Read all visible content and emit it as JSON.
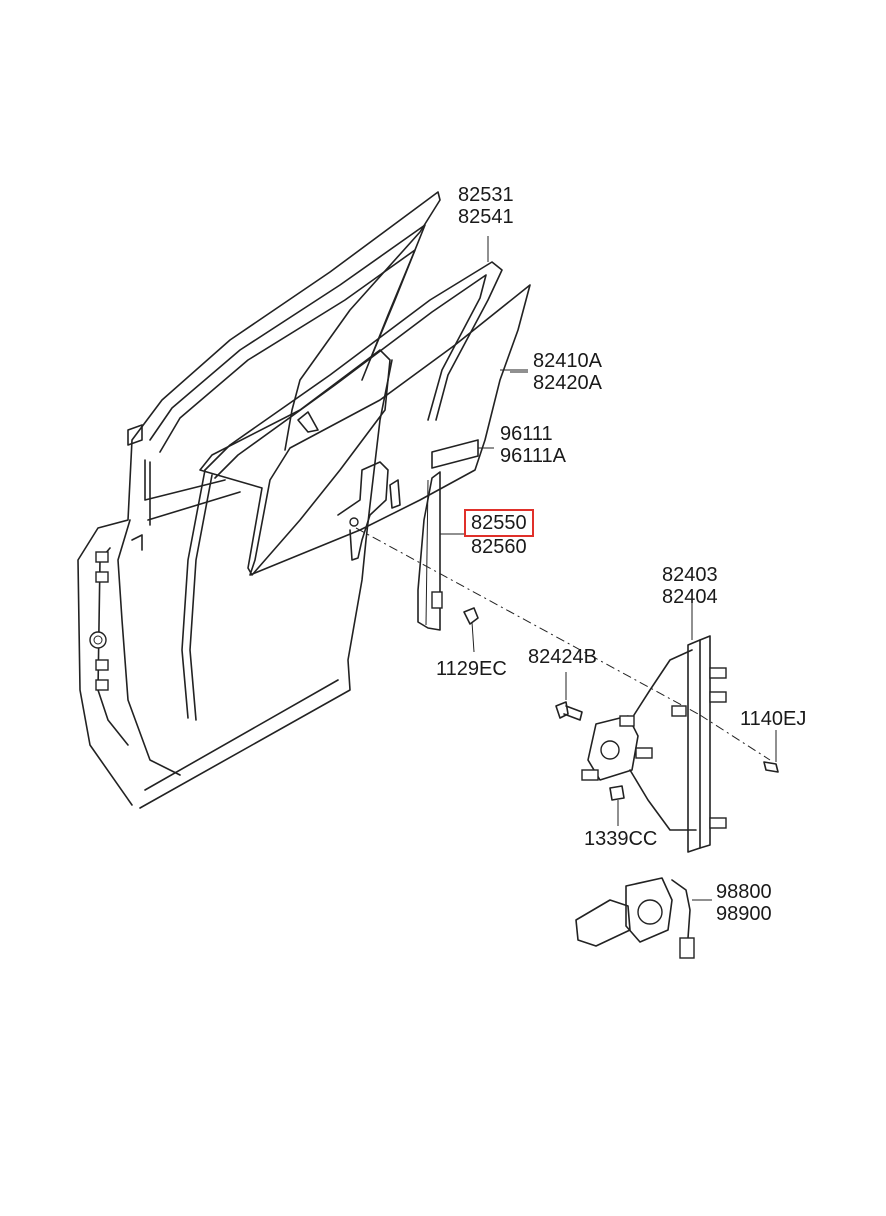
{
  "parts": {
    "p82531": "82531",
    "p82541": "82541",
    "p82410a": "82410A",
    "p82420a": "82420A",
    "p96111": "96111",
    "p96111a": "96111A",
    "p82550": "82550",
    "p82560": "82560",
    "p82403": "82403",
    "p82404": "82404",
    "p1129ec": "1129EC",
    "p82424b": "82424B",
    "p1140ej": "1140EJ",
    "p1339cc": "1339CC",
    "p98800": "98800",
    "p98900": "98900"
  },
  "highlight": {
    "part": "82550",
    "color": "#e0302a"
  }
}
